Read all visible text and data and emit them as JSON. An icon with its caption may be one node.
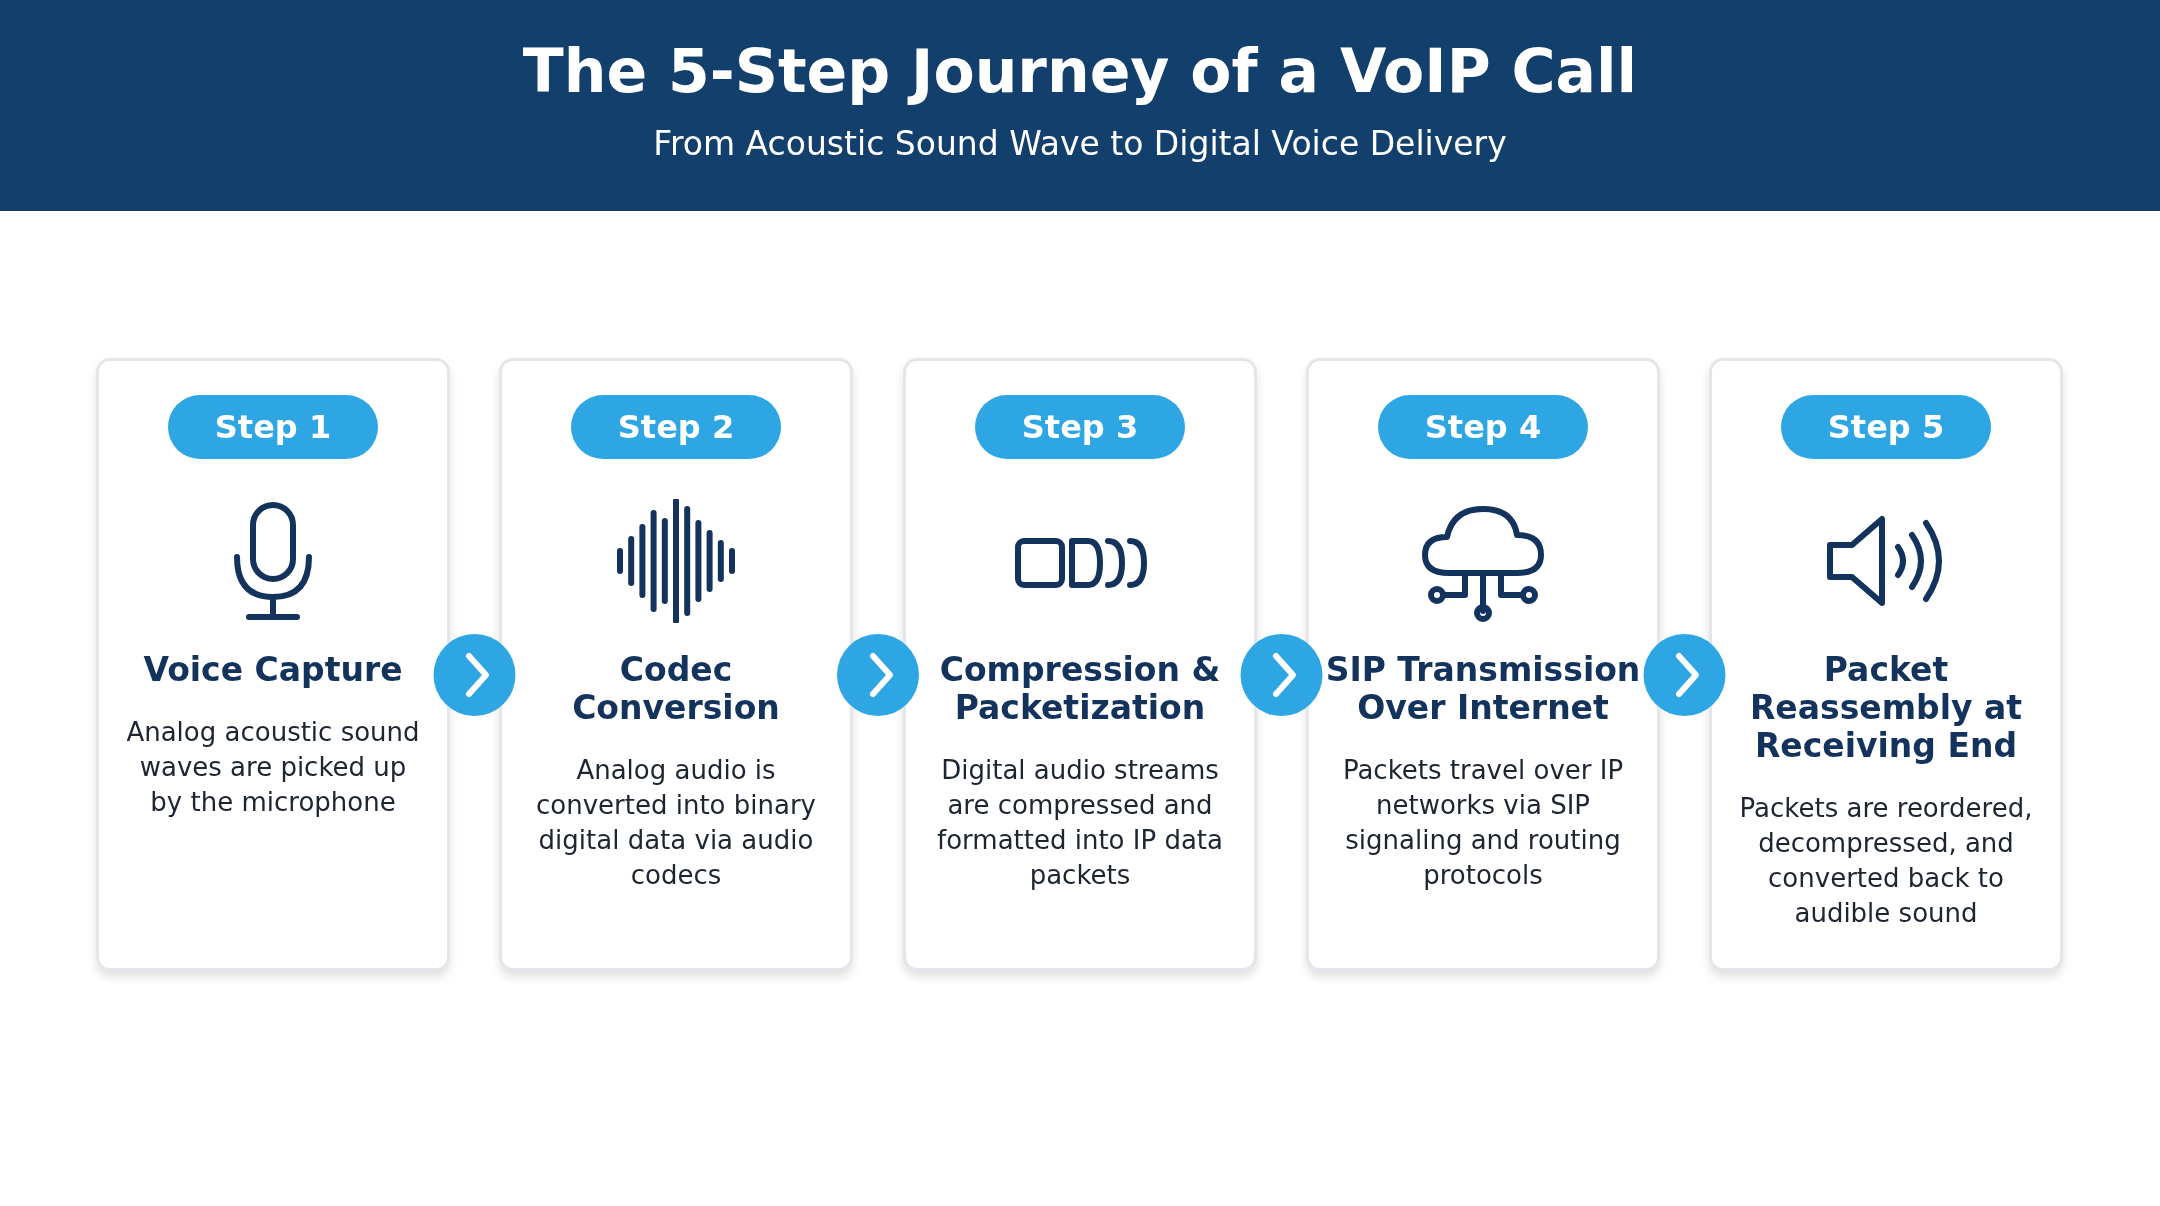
{
  "diagram": {
    "title": "The 5-Step Journey of a VoIP Call",
    "nodes": [
      {
        "text": [
          "Step 1",
          "Voice Capture",
          "Analog acoustic sound waves are picked up by the microphone"
        ]
      },
      {
        "text": [
          "Step 2",
          "Codec Conversion",
          "Analog audio is converted into binary digital data via audio codecs"
        ]
      },
      {
        "text": [
          "Step 3",
          "Compression & Packetization",
          "Digital audio streams are compressed and formatted into IP data packets"
        ]
      },
      {
        "text": [
          "Step 4",
          "SIP Transmission Over Internet",
          "Packets travel over IP networks via SIP signaling and routing protocols"
        ]
      },
      {
        "text": [
          "Step 5",
          "Packet Reassembly at Receiving End",
          "Packets are reordered, decompressed, and converted back to audible sound"
        ]
      }
    ],
    "edges": [
      {
        "from": 0,
        "to": 1,
        "arrow": "to"
      },
      {
        "from": 1,
        "to": 2,
        "arrow": "to"
      },
      {
        "from": 2,
        "to": 3,
        "arrow": "to"
      },
      {
        "from": 3,
        "to": 4,
        "arrow": "to"
      }
    ],
    "labels": [
      "From Acoustic Sound Wave to Digital Voice Delivery"
    ]
  }
}
